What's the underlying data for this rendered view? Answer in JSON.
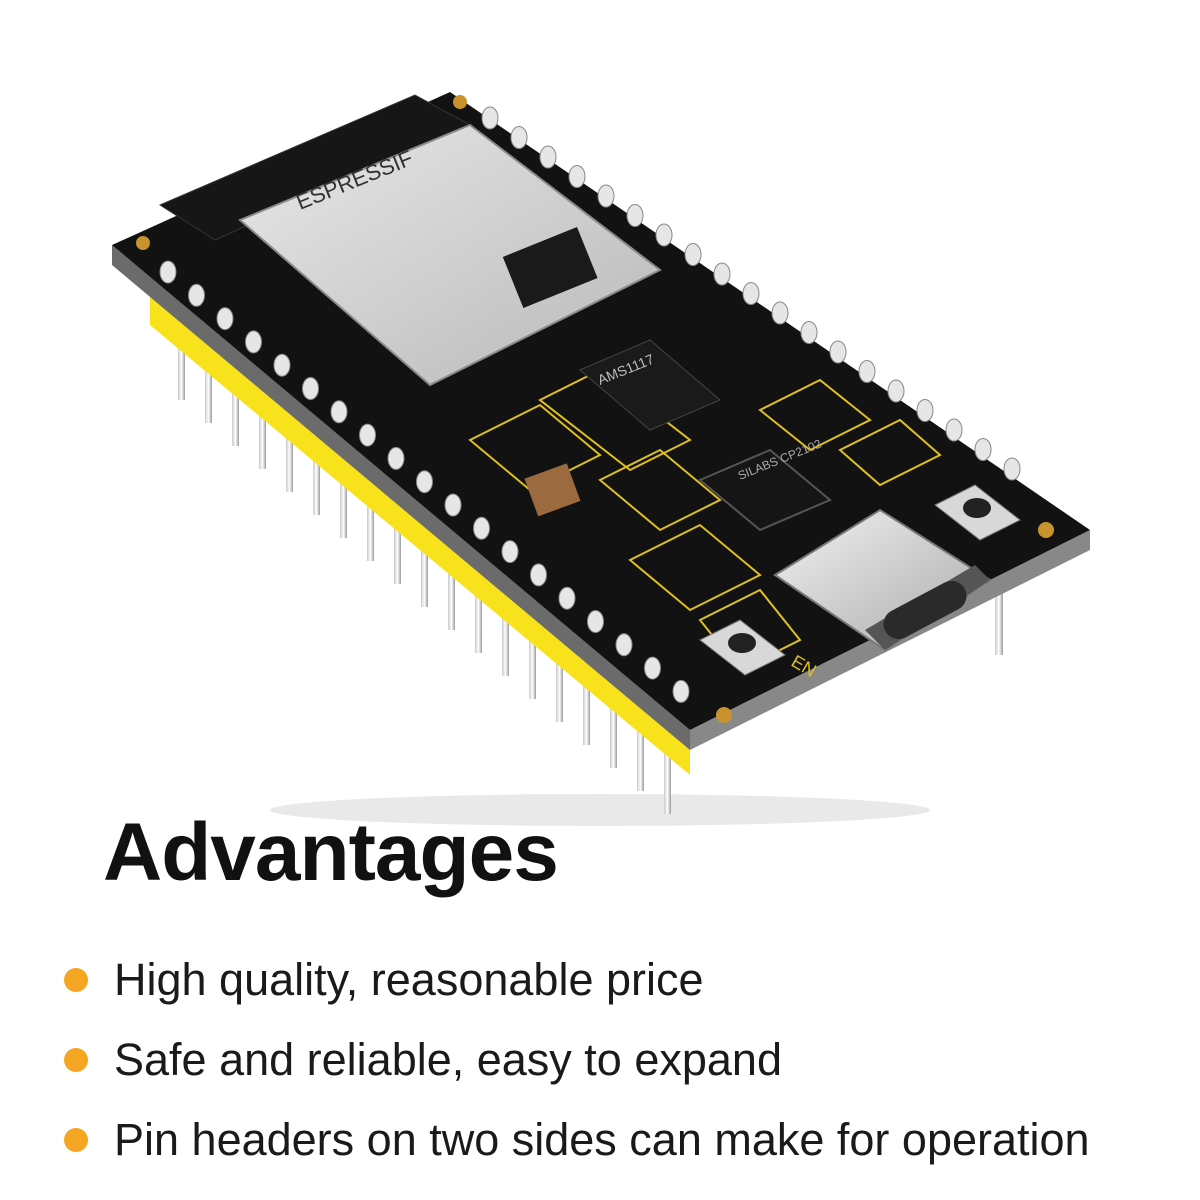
{
  "product": {
    "module_brand": "ESPRESSIF",
    "ic_label": "SILABS CP2102",
    "regulator_label": "AMS1117",
    "button_label": "EN"
  },
  "heading": "Advantages",
  "features": [
    "High quality, reasonable price",
    "Safe and reliable, easy to expand",
    "Pin headers on two sides can make for operation"
  ],
  "colors": {
    "bullet": "#f5a623",
    "pcb": "#121212",
    "header": "#f7e21b",
    "silkscreen": "#e0c020"
  }
}
